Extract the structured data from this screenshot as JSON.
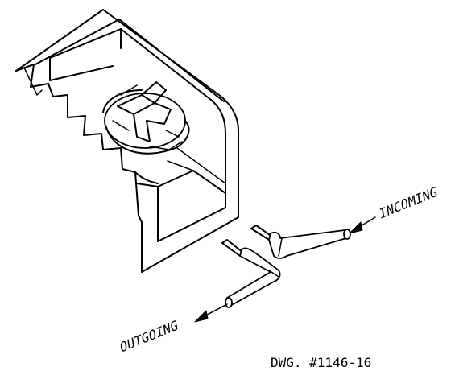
{
  "labels": {
    "incoming": "INCOMING",
    "outgoing": "OUTGOING",
    "drawing_number": "DWG. #1146-16"
  },
  "colors": {
    "line": "#000000",
    "background": "#ffffff"
  }
}
